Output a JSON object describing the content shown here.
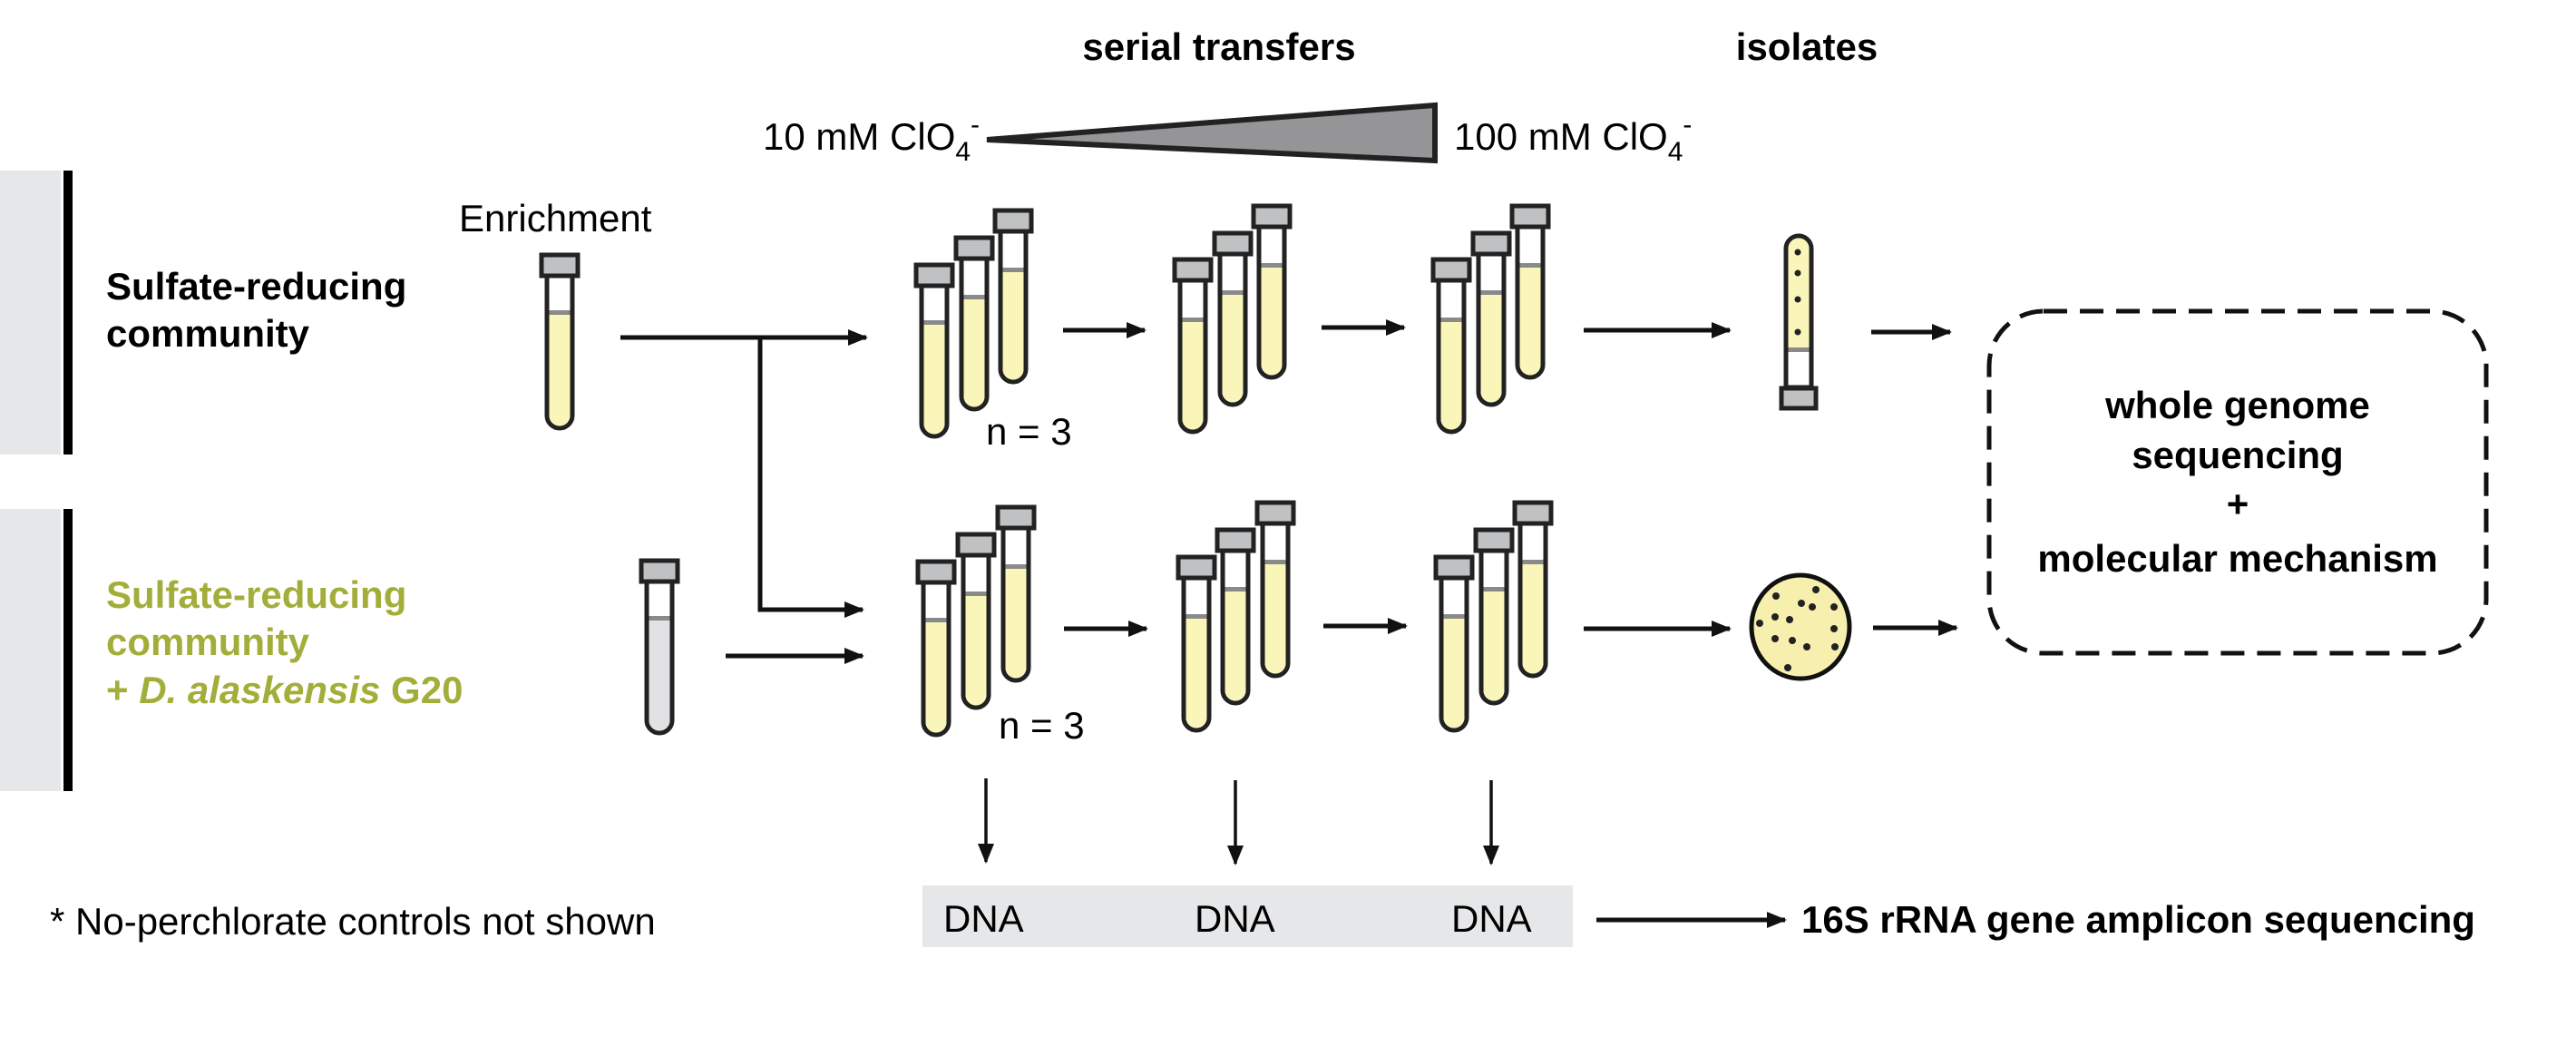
{
  "headers": {
    "serial_transfers": "serial transfers",
    "isolates": "isolates"
  },
  "gradient": {
    "low_label": "10 mM ClO",
    "high_label": "100 mM ClO",
    "ion_subscript": "4",
    "ion_charge": "-"
  },
  "rows": [
    {
      "label_lines": [
        "Sulfate-reducing",
        "community"
      ],
      "start_label": "Enrichment",
      "replicates": "n = 3",
      "isolate_type": "tube"
    },
    {
      "label_lines": [
        "Sulfate-reducing",
        "community"
      ],
      "label_line3_prefix": "+ ",
      "label_line3_italic": "D. alaskensis",
      "label_line3_suffix": " G20",
      "replicates": "n = 3",
      "isolate_type": "plate"
    }
  ],
  "outcome_box": {
    "lines": [
      "whole genome",
      "sequencing",
      "+",
      "molecular mechanism"
    ]
  },
  "dna": {
    "labels": [
      "DNA",
      "DNA",
      "DNA"
    ],
    "downstream": "16S rRNA gene amplicon sequencing"
  },
  "footnote": "* No-perchlorate controls not shown",
  "colors": {
    "accent_green": "#a3ae3a",
    "band_gray": "#e6e7e9",
    "medium_yellow": "#faf6b9",
    "cap_gray": "#c0c1c3",
    "triangle_gray": "#959597",
    "sterile_medium_gray": "#e2e2e4"
  }
}
